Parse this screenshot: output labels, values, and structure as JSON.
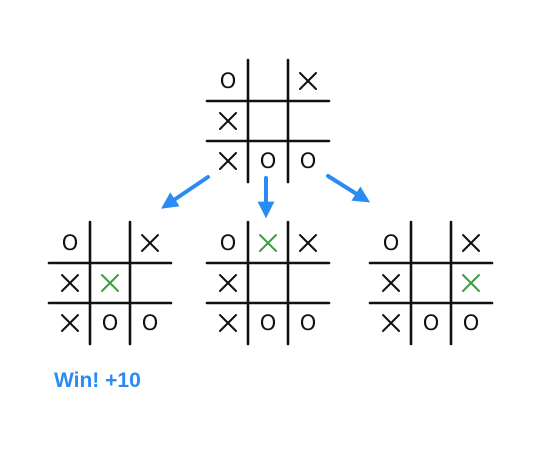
{
  "boards": [
    {
      "id": "root",
      "cells": [
        [
          "O",
          "",
          "X"
        ],
        [
          "X",
          "",
          ""
        ],
        [
          "X",
          "O",
          "O"
        ]
      ],
      "highlight": []
    },
    {
      "id": "child-left",
      "cells": [
        [
          "O",
          "",
          "X"
        ],
        [
          "X",
          "X",
          ""
        ],
        [
          "X",
          "O",
          "O"
        ]
      ],
      "highlight": [
        [
          1,
          1
        ]
      ]
    },
    {
      "id": "child-middle",
      "cells": [
        [
          "O",
          "X",
          "X"
        ],
        [
          "X",
          "",
          ""
        ],
        [
          "X",
          "O",
          "O"
        ]
      ],
      "highlight": [
        [
          0,
          1
        ]
      ]
    },
    {
      "id": "child-right",
      "cells": [
        [
          "O",
          "",
          "X"
        ],
        [
          "X",
          "",
          "X"
        ],
        [
          "X",
          "O",
          "O"
        ]
      ],
      "highlight": [
        [
          1,
          2
        ]
      ]
    }
  ],
  "colors": {
    "mark": "#111111",
    "new_move": "#3f9e3f",
    "arrow": "#2a8bf2",
    "win_label": "#2a8bf2"
  },
  "outcome": {
    "label": "Win! +10"
  }
}
